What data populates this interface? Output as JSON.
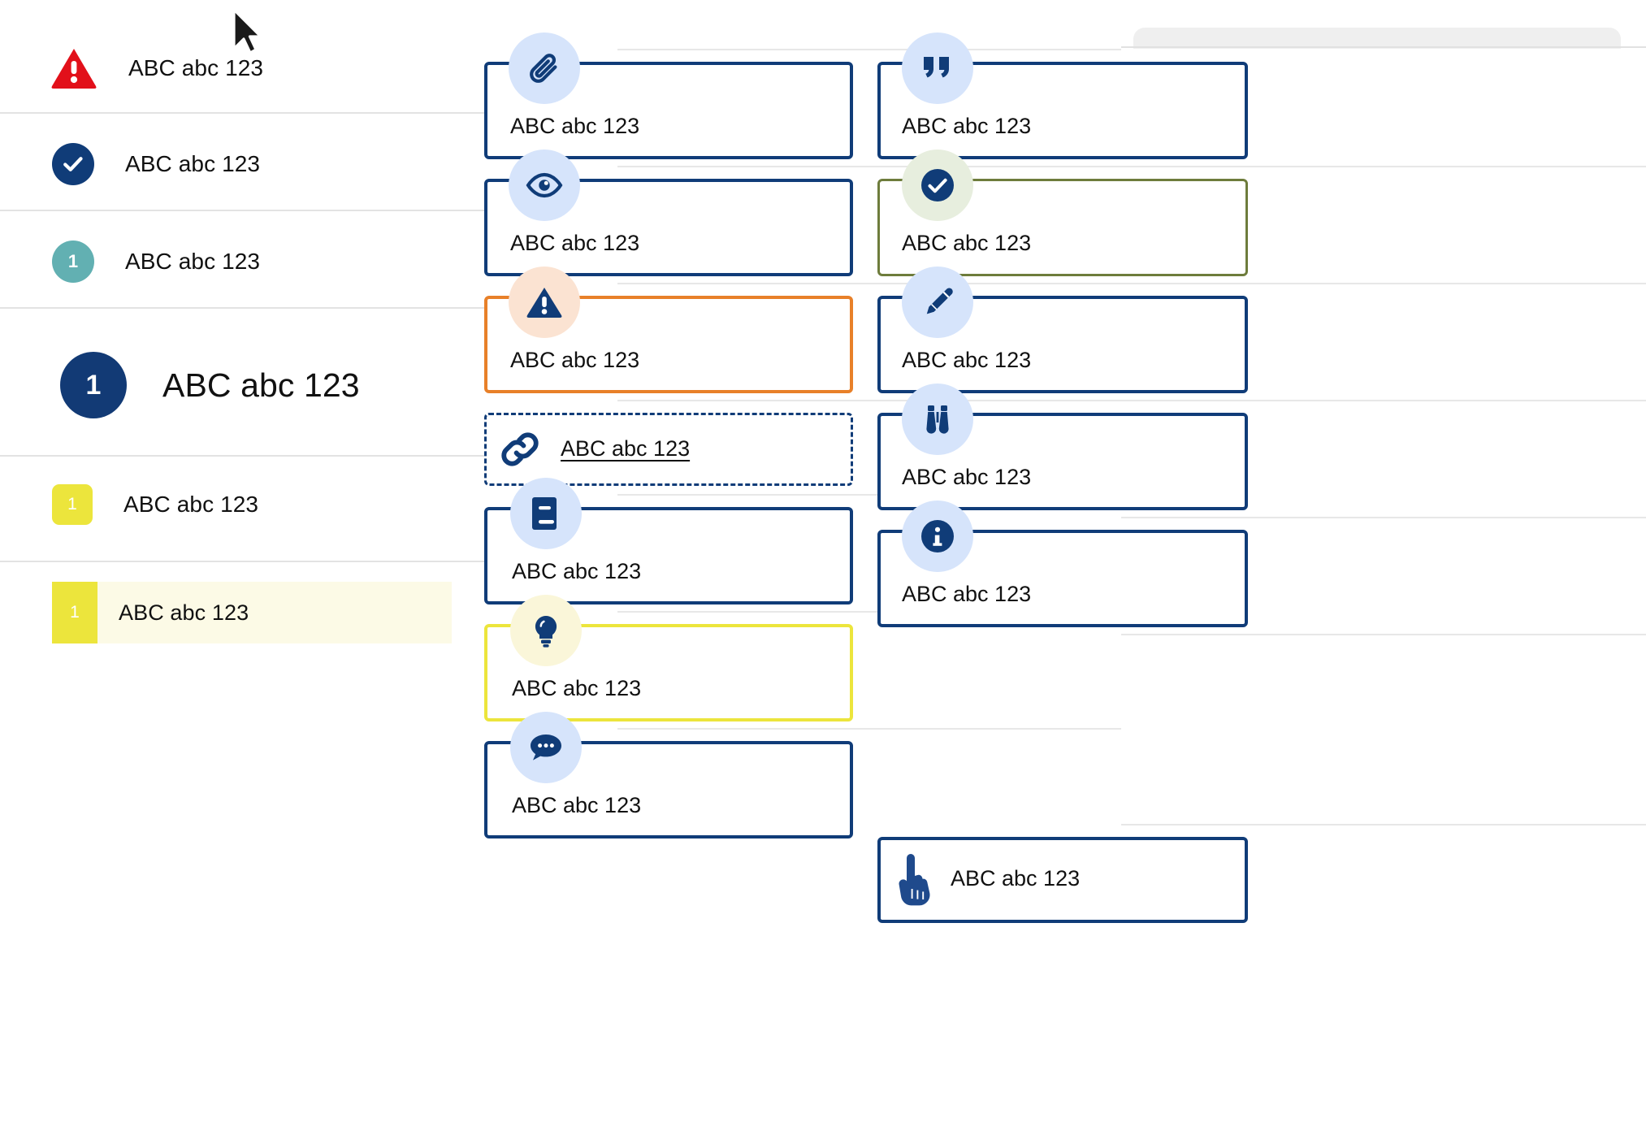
{
  "left_list": {
    "items": [
      {
        "icon": "warning-triangle-icon",
        "badge_text": "",
        "label": "ABC abc 123",
        "style": "triangle-red"
      },
      {
        "icon": "check-circle-icon",
        "badge_text": "",
        "label": "ABC abc 123",
        "style": "circle-navy"
      },
      {
        "icon": "number-badge-icon",
        "badge_text": "1",
        "label": "ABC abc 123",
        "style": "circle-teal"
      },
      {
        "icon": "number-badge-icon",
        "badge_text": "1",
        "label": "ABC abc 123",
        "style": "circle-navy-large"
      },
      {
        "icon": "number-badge-icon",
        "badge_text": "1",
        "label": "ABC abc 123",
        "style": "square-yellow"
      },
      {
        "icon": "number-badge-icon",
        "badge_text": "1",
        "label": "ABC abc 123",
        "style": "square-yellow-highlighted"
      }
    ]
  },
  "middle_column": {
    "cards": [
      {
        "icon": "paperclip-icon",
        "label": "ABC abc 123",
        "border": "navy",
        "badge_bg": "blue"
      },
      {
        "icon": "eye-icon",
        "label": "ABC abc 123",
        "border": "navy",
        "badge_bg": "blue"
      },
      {
        "icon": "warning-triangle-icon",
        "label": "ABC abc 123",
        "border": "orange",
        "badge_bg": "peach"
      },
      {
        "icon": "link-icon",
        "label": "ABC abc 123",
        "border": "navy-dashed",
        "badge_bg": "none"
      },
      {
        "icon": "book-icon",
        "label": "ABC abc 123",
        "border": "navy",
        "badge_bg": "blue"
      },
      {
        "icon": "lightbulb-icon",
        "label": "ABC abc 123",
        "border": "yellow",
        "badge_bg": "yellow"
      },
      {
        "icon": "comment-icon",
        "label": "ABC abc 123",
        "border": "navy",
        "badge_bg": "blue"
      }
    ]
  },
  "right_column": {
    "cards": [
      {
        "icon": "quote-icon",
        "label": "ABC abc 123",
        "border": "navy",
        "badge_bg": "blue"
      },
      {
        "icon": "check-circle-icon",
        "label": "ABC abc 123",
        "border": "olive",
        "badge_bg": "green"
      },
      {
        "icon": "pencil-icon",
        "label": "ABC abc 123",
        "border": "navy",
        "badge_bg": "blue"
      },
      {
        "icon": "binoculars-icon",
        "label": "ABC abc 123",
        "border": "navy",
        "badge_bg": "blue"
      },
      {
        "icon": "info-circle-icon",
        "label": "ABC abc 123",
        "border": "navy",
        "badge_bg": "blue"
      },
      {
        "icon": "hand-pointer-icon",
        "label": "ABC abc 123",
        "border": "navy",
        "badge_bg": "none"
      }
    ]
  },
  "colors": {
    "navy": "#103c78",
    "navy_dark": "#0f3a70",
    "red": "#e2101a",
    "teal": "#62b0b2",
    "yellow": "#ece53c",
    "yellow_pale": "#fcfae6",
    "orange": "#e88029",
    "olive": "#6e7c3c",
    "badge_blue": "#d6e4fb",
    "badge_peach": "#fbe3d2",
    "badge_green": "#e7eede",
    "badge_yellow": "#faf6d9",
    "divider": "#e3e3e3",
    "text": "#111111"
  }
}
